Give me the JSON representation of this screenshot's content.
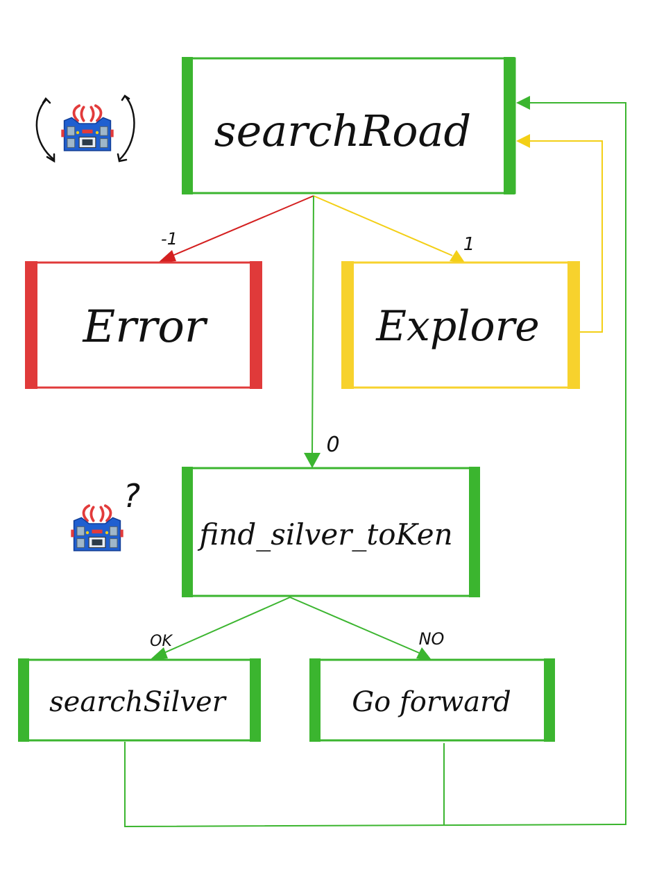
{
  "colors": {
    "green": "#3bb52f",
    "red": "#e03a3a",
    "yellow": "#f7d22d",
    "line_red": "#d42020",
    "line_yellow": "#f3cf16",
    "line_green": "#3bb52f"
  },
  "nodes": {
    "search_road": {
      "label": "searchRoad",
      "color": "green"
    },
    "error": {
      "label": "Error",
      "color": "red"
    },
    "explore": {
      "label": "Explore",
      "color": "yellow"
    },
    "find_silver_token": {
      "label": "find_silver_toKen",
      "color": "green"
    },
    "search_silver": {
      "label": "searchSilver",
      "color": "green"
    },
    "go_forward": {
      "label": "Go forward",
      "color": "green"
    }
  },
  "edges": {
    "to_error": {
      "label": "-1"
    },
    "to_explore": {
      "label": "1"
    },
    "to_find_token": {
      "label": "0"
    },
    "to_search_silver": {
      "label": "OK"
    },
    "to_go_forward": {
      "label": "NO"
    }
  },
  "annotations": {
    "question_mark": "?"
  },
  "icons": {
    "rotating_robot": "robot-icon",
    "searching_robot": "robot-icon"
  }
}
